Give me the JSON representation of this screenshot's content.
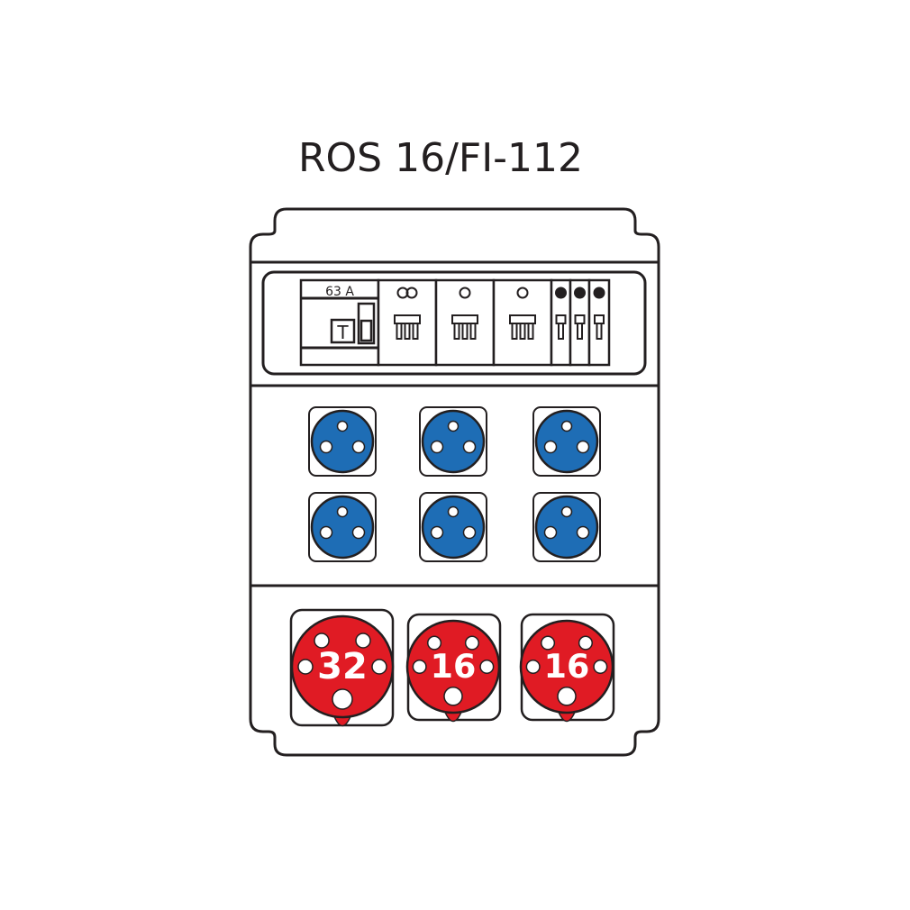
{
  "title": "ROS 16/FI-112",
  "breaker_panel": {
    "main_switch_label": "63 A",
    "rcd_test_label": "T",
    "modules": [
      {
        "symbol": "double-ring",
        "poles": 3
      },
      {
        "symbol": "ring",
        "poles": 3
      },
      {
        "symbol": "ring",
        "poles": 3
      },
      {
        "symbol": "dot",
        "poles": 1
      },
      {
        "symbol": "dot",
        "poles": 1
      },
      {
        "symbol": "dot",
        "poles": 1
      }
    ]
  },
  "blue_sockets": {
    "count": 6,
    "rows": 2,
    "cols": 3
  },
  "red_sockets": [
    {
      "label": "32"
    },
    {
      "label": "16"
    },
    {
      "label": "16"
    }
  ],
  "colors": {
    "outline": "#231f20",
    "blue": "#1e6db5",
    "red": "#e01b24"
  }
}
